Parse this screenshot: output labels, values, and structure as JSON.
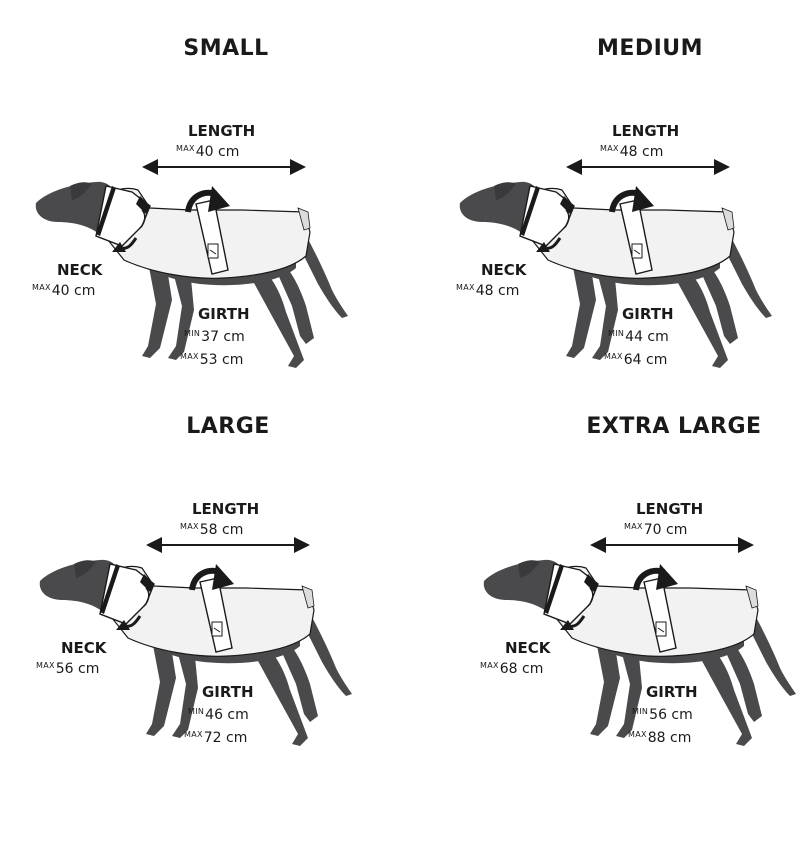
{
  "sizes": [
    {
      "name": "SMALL",
      "length": {
        "label": "LENGTH",
        "prefix": "MAX",
        "value": "40 cm"
      },
      "neck": {
        "label": "NECK",
        "prefix": "MAX",
        "value": "40 cm"
      },
      "girth": {
        "label": "GIRTH",
        "min_prefix": "MIN",
        "min_value": "37 cm",
        "max_prefix": "MAX",
        "max_value": "53 cm"
      }
    },
    {
      "name": "MEDIUM",
      "length": {
        "label": "LENGTH",
        "prefix": "MAX",
        "value": "48 cm"
      },
      "neck": {
        "label": "NECK",
        "prefix": "MAX",
        "value": "48 cm"
      },
      "girth": {
        "label": "GIRTH",
        "min_prefix": "MIN",
        "min_value": "44 cm",
        "max_prefix": "MAX",
        "max_value": "64 cm"
      }
    },
    {
      "name": "LARGE",
      "length": {
        "label": "LENGTH",
        "prefix": "MAX",
        "value": "58 cm"
      },
      "neck": {
        "label": "NECK",
        "prefix": "MAX",
        "value": "56 cm"
      },
      "girth": {
        "label": "GIRTH",
        "min_prefix": "MIN",
        "min_value": "46 cm",
        "max_prefix": "MAX",
        "max_value": "72 cm"
      }
    },
    {
      "name": "EXTRA LARGE",
      "length": {
        "label": "LENGTH",
        "prefix": "MAX",
        "value": "70 cm"
      },
      "neck": {
        "label": "NECK",
        "prefix": "MAX",
        "value": "68 cm"
      },
      "girth": {
        "label": "GIRTH",
        "min_prefix": "MIN",
        "min_value": "56 cm",
        "max_prefix": "MAX",
        "max_value": "88 cm"
      }
    }
  ],
  "colors": {
    "dog": "#4a4a4c",
    "coat": "#f2f2f2",
    "ink": "#1a1a1a"
  },
  "icons": [
    "dog-silhouette-icon",
    "dog-coat-icon",
    "double-arrow-icon",
    "curved-arrow-icon"
  ]
}
